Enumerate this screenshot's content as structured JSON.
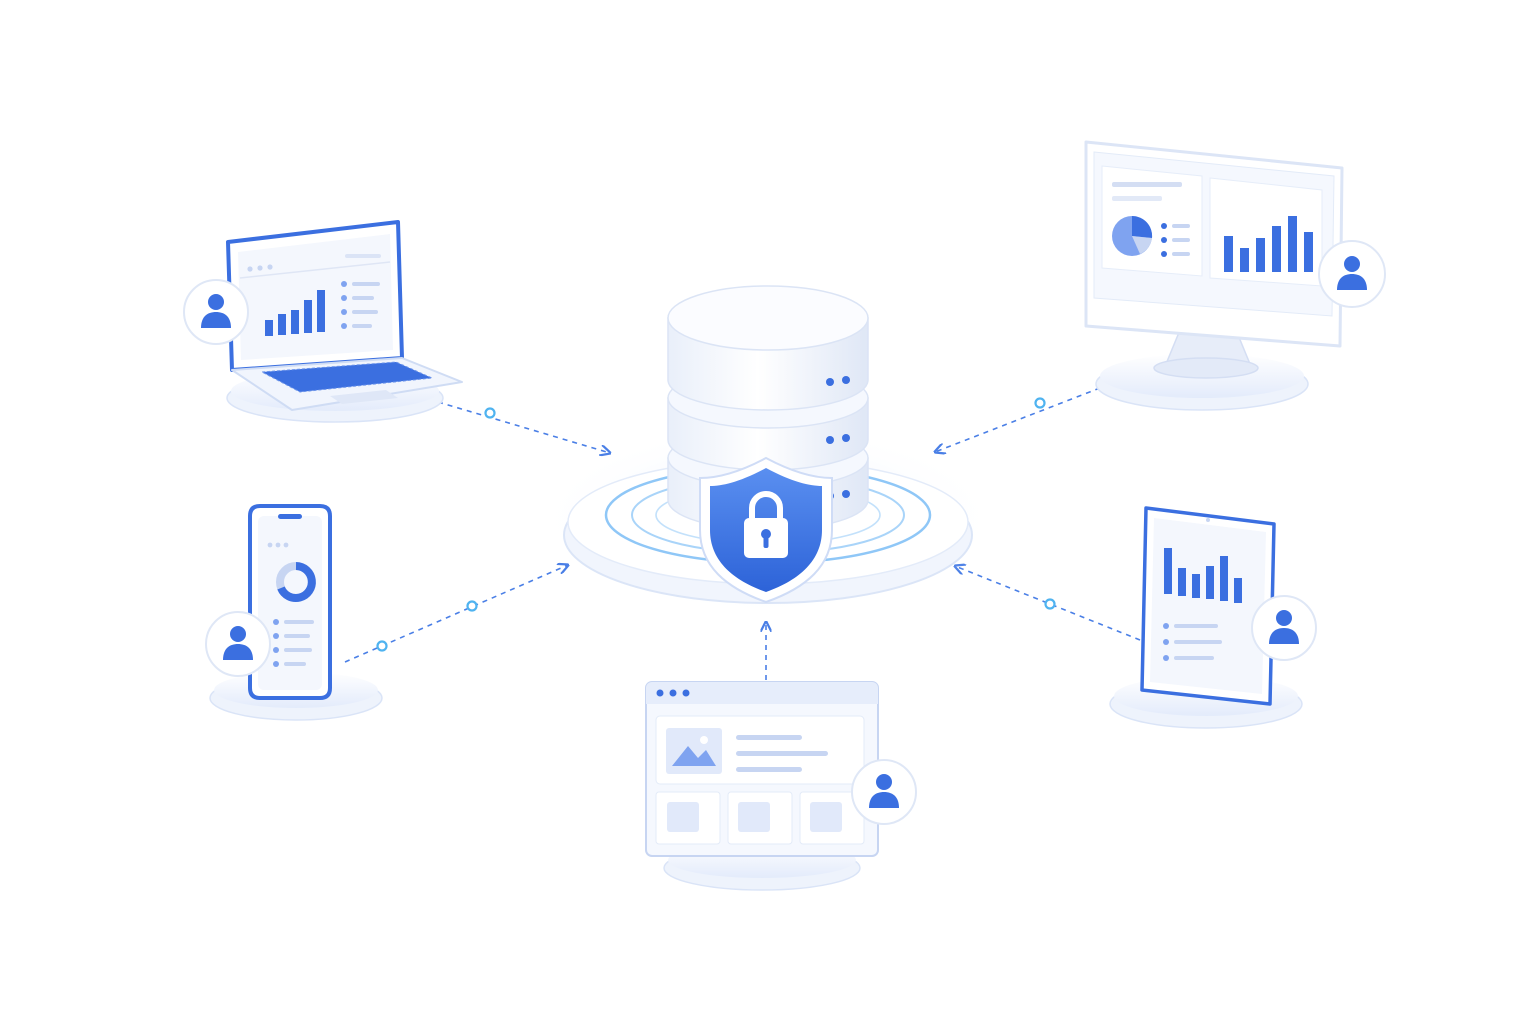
{
  "colors": {
    "accent": "#3b6fe0",
    "accent_light": "#7fa3f0",
    "accent_pale": "#dbe6fb",
    "surface": "#f7f9fe",
    "line": "#4a7fe6",
    "node": "#4fb3f0"
  },
  "center": {
    "icons": [
      "database-icon",
      "shield-icon",
      "lock-icon"
    ]
  },
  "devices": [
    {
      "id": "laptop",
      "icon": "laptop-icon",
      "user_icon": "user-icon"
    },
    {
      "id": "desktop",
      "icon": "monitor-icon",
      "user_icon": "user-icon"
    },
    {
      "id": "phone",
      "icon": "phone-icon",
      "user_icon": "user-icon"
    },
    {
      "id": "tablet",
      "icon": "tablet-icon",
      "user_icon": "user-icon"
    },
    {
      "id": "browser",
      "icon": "browser-window-icon",
      "user_icon": "user-icon"
    }
  ]
}
